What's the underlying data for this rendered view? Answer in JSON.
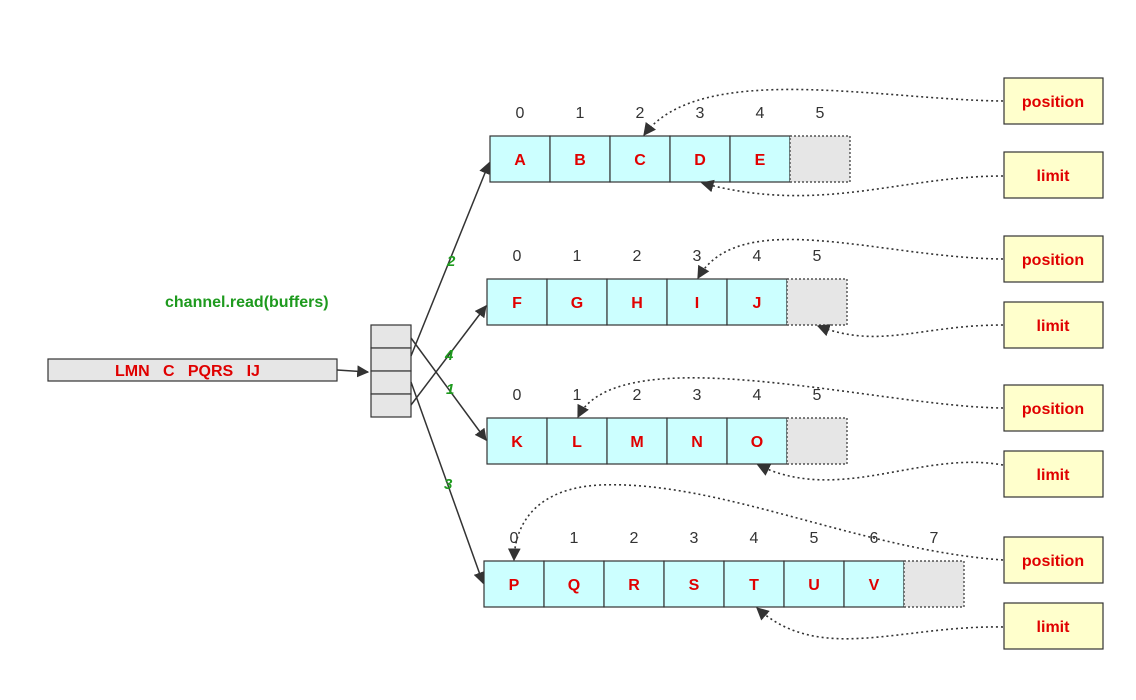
{
  "title": "channel.read(buffers)",
  "source_text": "LMN   C   PQRS   IJ",
  "buffers": [
    {
      "cells": [
        "A",
        "B",
        "C",
        "D",
        "E",
        ""
      ],
      "indices": [
        "0",
        "1",
        "2",
        "3",
        "4",
        "5"
      ],
      "step": "2",
      "position_label": "position",
      "limit_label": "limit"
    },
    {
      "cells": [
        "F",
        "G",
        "H",
        "I",
        "J",
        ""
      ],
      "indices": [
        "0",
        "1",
        "2",
        "3",
        "4",
        "5"
      ],
      "step": "4",
      "position_label": "position",
      "limit_label": "limit"
    },
    {
      "cells": [
        "K",
        "L",
        "M",
        "N",
        "O",
        ""
      ],
      "indices": [
        "0",
        "1",
        "2",
        "3",
        "4",
        "5"
      ],
      "step": "1",
      "position_label": "position",
      "limit_label": "limit"
    },
    {
      "cells": [
        "P",
        "Q",
        "R",
        "S",
        "T",
        "U",
        "V",
        ""
      ],
      "indices": [
        "0",
        "1",
        "2",
        "3",
        "4",
        "5",
        "6",
        "7"
      ],
      "step": "3",
      "position_label": "position",
      "limit_label": "limit"
    }
  ],
  "colors": {
    "cell_fill": "#ccffff",
    "empty_fill": "#e6e6e6",
    "tag_fill": "#ffffcc",
    "text_red": "#e00000",
    "text_green": "#1e9a1e"
  }
}
